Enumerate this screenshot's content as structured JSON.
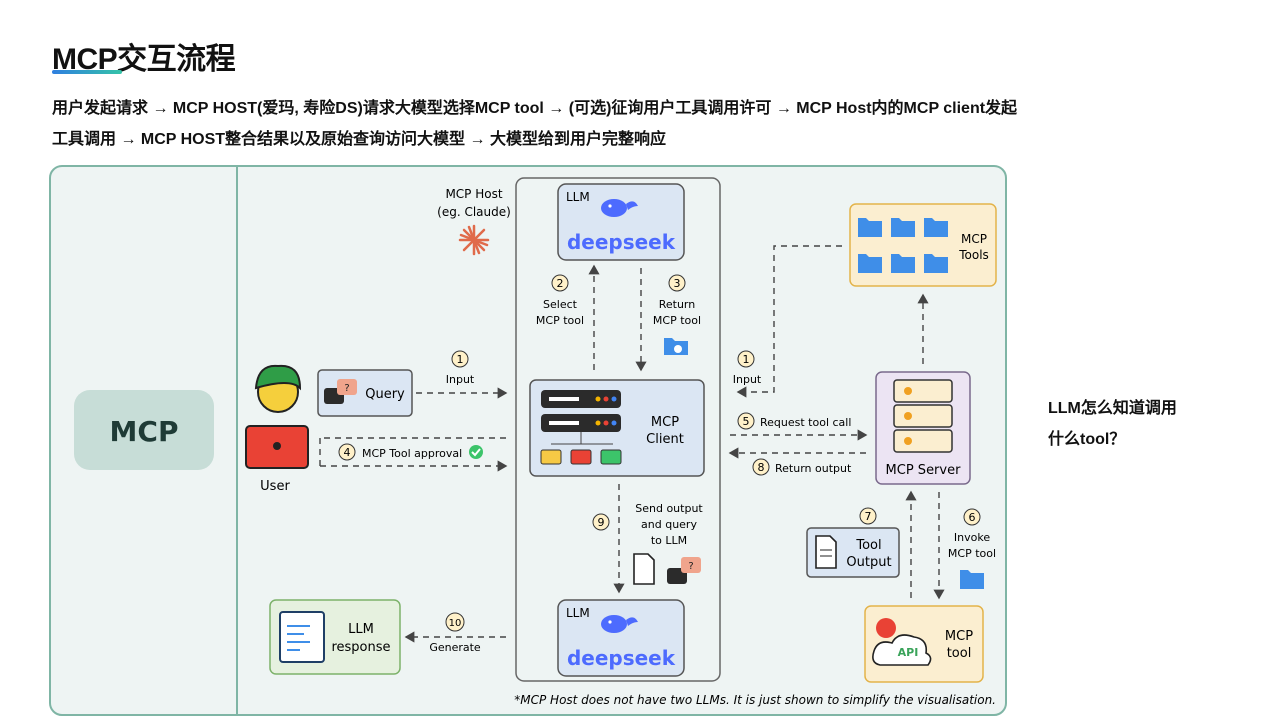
{
  "page": {
    "title": "MCP交互流程",
    "flow_line1": "用户发起请求 → MCP HOST(爱玛, 寿险DS)请求大模型选择MCP tool → (可选)征询用户工具调用许可 → MCP Host内的MCP client发起",
    "flow_line2": "工具调用 → MCP HOST整合结果以及原始查询访问大模型 → 大模型给到用户完整响应",
    "side_note_line1": "LLM怎么知道调用",
    "side_note_line2": "什么tool？"
  },
  "diagram": {
    "mcp_label": "MCP",
    "user_label": "User",
    "host_label_line1": "MCP Host",
    "host_label_line2": "(eg. Claude)",
    "llm_tag": "LLM",
    "deepseek": "deepseek",
    "query_label": "Query",
    "client_line1": "MCP",
    "client_line2": "Client",
    "server_label": "MCP Server",
    "tools_line1": "MCP",
    "tools_line2": "Tools",
    "tool_output_line1": "Tool",
    "tool_output_line2": "Output",
    "mcp_tool_line1": "MCP",
    "mcp_tool_line2": "tool",
    "api_label": "API",
    "llm_response_line1": "LLM",
    "llm_response_line2": "response",
    "footnote": "*MCP Host does not have two LLMs. It is just shown to simplify the visualisation.",
    "steps": {
      "s1_user": {
        "num": "1",
        "label": "Input"
      },
      "s1_server": {
        "num": "1",
        "label": "Input"
      },
      "s2": {
        "num": "2",
        "line1": "Select",
        "line2": "MCP tool"
      },
      "s3": {
        "num": "3",
        "line1": "Return",
        "line2": "MCP tool"
      },
      "s4": {
        "num": "4",
        "label": "MCP Tool approval"
      },
      "s5": {
        "num": "5",
        "label": "Request tool call"
      },
      "s6": {
        "num": "6",
        "line1": "Invoke",
        "line2": "MCP tool"
      },
      "s7": {
        "num": "7"
      },
      "s8": {
        "num": "8",
        "label": "Return output"
      },
      "s9": {
        "num": "9",
        "line1": "Send output",
        "line2": "and query",
        "line3": "to LLM"
      },
      "s10": {
        "num": "10",
        "label": "Generate"
      }
    }
  },
  "colors": {
    "panel_bg": "#eef4f3",
    "panel_border": "#7fb5a5",
    "llm_box": "#dbe6f3",
    "deepseek_blue": "#4d6bfe",
    "step_badge": "#fff1c9",
    "mcp_pill": "#c7ddd7"
  }
}
